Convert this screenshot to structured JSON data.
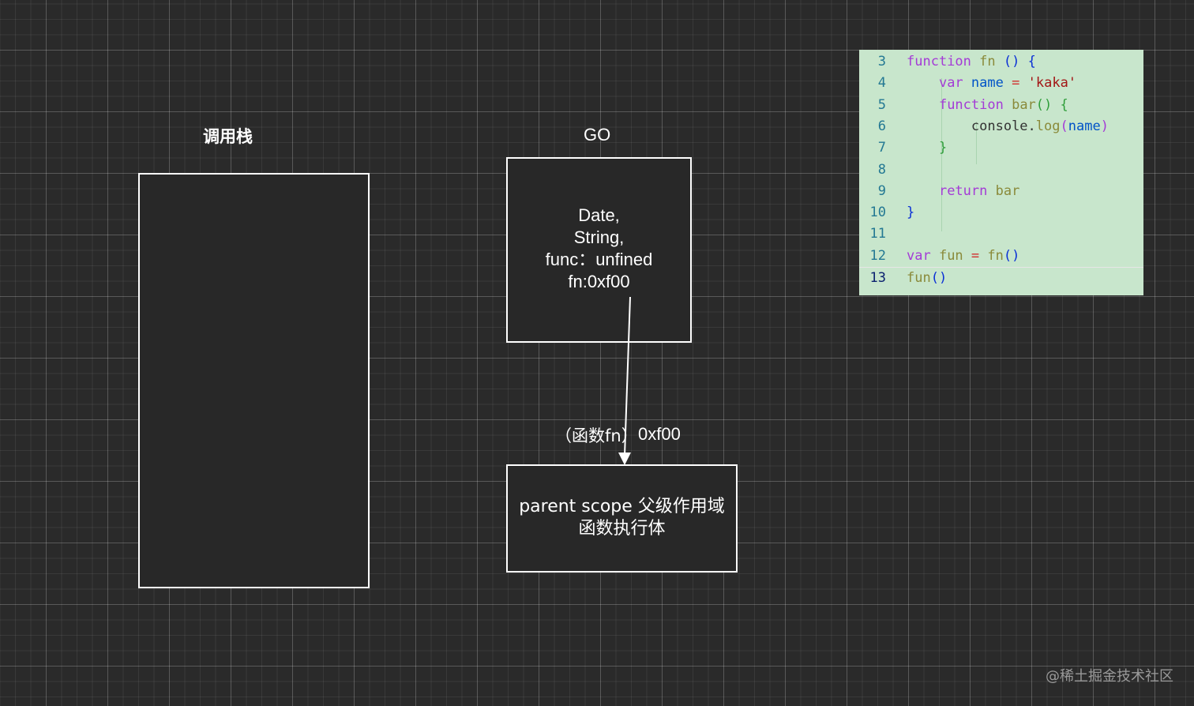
{
  "diagram": {
    "call_stack": {
      "title": "调用栈"
    },
    "go": {
      "title": "GO",
      "lines": [
        "Date,",
        "String,",
        "func：unfined",
        "fn:0xf00"
      ]
    },
    "reference": {
      "label": "（函数fn）",
      "address": "0xf00"
    },
    "function_object": {
      "lines": [
        "parent scope 父级作用域",
        "函数执行体"
      ]
    }
  },
  "code_panel": {
    "lines": [
      {
        "number": "3",
        "tokens": [
          {
            "t": "function",
            "c": "kw"
          },
          {
            "t": " fn ",
            "c": "fn"
          },
          {
            "t": "()",
            "c": "br1"
          },
          {
            "t": " ",
            "c": "plain"
          },
          {
            "t": "{",
            "c": "br1"
          }
        ]
      },
      {
        "number": "4",
        "tokens": [
          {
            "t": "    ",
            "c": "plain"
          },
          {
            "t": "var",
            "c": "kw"
          },
          {
            "t": " ",
            "c": "plain"
          },
          {
            "t": "name",
            "c": "var"
          },
          {
            "t": " ",
            "c": "plain"
          },
          {
            "t": "=",
            "c": "op"
          },
          {
            "t": " ",
            "c": "plain"
          },
          {
            "t": "'kaka'",
            "c": "str"
          }
        ]
      },
      {
        "number": "5",
        "tokens": [
          {
            "t": "    ",
            "c": "plain"
          },
          {
            "t": "function",
            "c": "kw"
          },
          {
            "t": " bar",
            "c": "fn"
          },
          {
            "t": "()",
            "c": "br2"
          },
          {
            "t": " ",
            "c": "plain"
          },
          {
            "t": "{",
            "c": "br2"
          }
        ]
      },
      {
        "number": "6",
        "tokens": [
          {
            "t": "        ",
            "c": "plain"
          },
          {
            "t": "console",
            "c": "plain"
          },
          {
            "t": ".",
            "c": "plain"
          },
          {
            "t": "log",
            "c": "fn"
          },
          {
            "t": "(",
            "c": "kw"
          },
          {
            "t": "name",
            "c": "var"
          },
          {
            "t": ")",
            "c": "kw"
          }
        ]
      },
      {
        "number": "7",
        "tokens": [
          {
            "t": "    ",
            "c": "plain"
          },
          {
            "t": "}",
            "c": "br2"
          }
        ]
      },
      {
        "number": "8",
        "tokens": []
      },
      {
        "number": "9",
        "tokens": [
          {
            "t": "    ",
            "c": "plain"
          },
          {
            "t": "return",
            "c": "kw"
          },
          {
            "t": " bar",
            "c": "fn"
          }
        ]
      },
      {
        "number": "10",
        "tokens": [
          {
            "t": "}",
            "c": "br1"
          }
        ]
      },
      {
        "number": "11",
        "tokens": []
      },
      {
        "number": "12",
        "tokens": [
          {
            "t": "var",
            "c": "kw"
          },
          {
            "t": " fun ",
            "c": "fn"
          },
          {
            "t": "=",
            "c": "op"
          },
          {
            "t": " fn",
            "c": "fn"
          },
          {
            "t": "()",
            "c": "br1"
          }
        ]
      },
      {
        "number": "13",
        "tokens": [
          {
            "t": "fun",
            "c": "fn"
          },
          {
            "t": "()",
            "c": "br1"
          }
        ]
      }
    ],
    "active_line": "13"
  },
  "watermark": "@稀土掘金技术社区",
  "colors": {
    "background": "#2a2a2a",
    "box_border": "#ffffff",
    "code_background": "#c8e6cc",
    "keyword": "#a43bd6",
    "variable": "#0053c8",
    "string": "#a31515",
    "operator": "#d1302e"
  }
}
